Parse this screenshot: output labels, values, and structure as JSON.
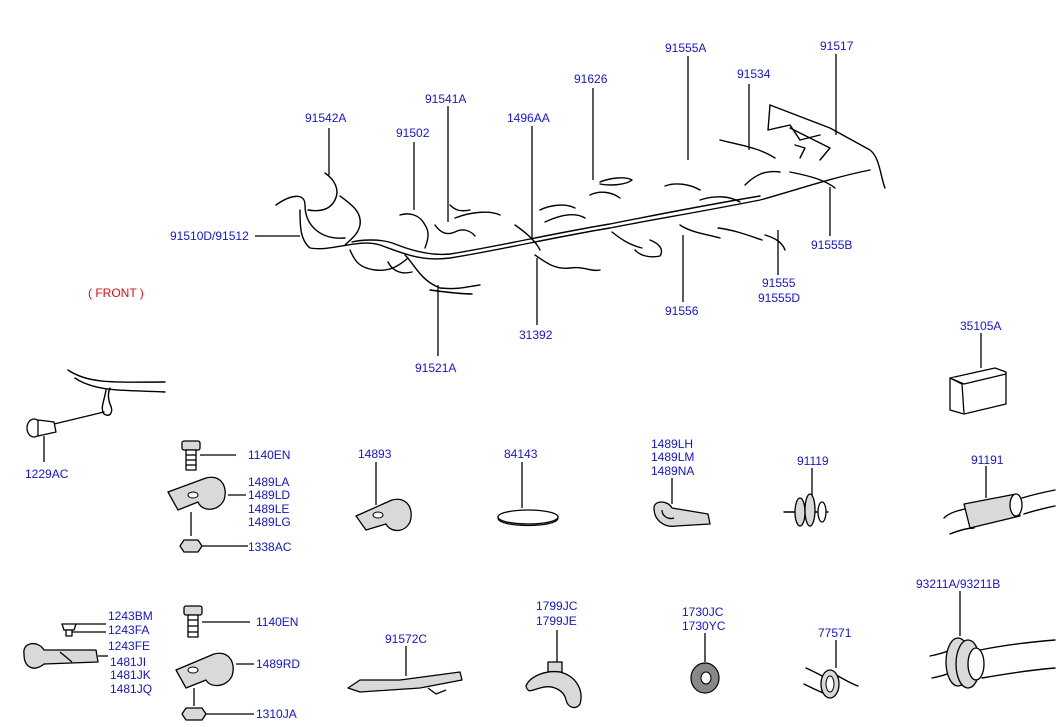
{
  "labels": {
    "front": "( FRONT )",
    "l_91542A": "91542A",
    "l_91541A": "91541A",
    "l_91502": "91502",
    "l_1496AA": "1496AA",
    "l_91626": "91626",
    "l_91555A": "91555A",
    "l_91534": "91534",
    "l_91517": "91517",
    "l_91510D": "91510D/91512",
    "l_91555B": "91555B",
    "l_91555": "91555",
    "l_91555D": "91555D",
    "l_91556": "91556",
    "l_31392": "31392",
    "l_91521A": "91521A",
    "l_35105A": "35105A",
    "l_1229AC": "1229AC",
    "l_1140EN_a": "1140EN",
    "l_1489LA": "1489LA",
    "l_1489LD": "1489LD",
    "l_1489LE": "1489LE",
    "l_1489LG": "1489LG",
    "l_1338AC": "1338AC",
    "l_14893": "14893",
    "l_84143": "84143",
    "l_1489LH": "1489LH",
    "l_1489LM": "1489LM",
    "l_1489NA": "1489NA",
    "l_91119": "91119",
    "l_91191": "91191",
    "l_1243BM": "1243BM",
    "l_1243FA": "1243FA",
    "l_1243FE": "1243FE",
    "l_1481JI": "1481JI",
    "l_1481JK": "1481JK",
    "l_1481JQ": "1481JQ",
    "l_1140EN_b": "1140EN",
    "l_1489RD": "1489RD",
    "l_1310JA": "1310JA",
    "l_91572C": "91572C",
    "l_1799JC": "1799JC",
    "l_1799JE": "1799JE",
    "l_1730JC": "1730JC",
    "l_1730YC": "1730YC",
    "l_77571": "77571",
    "l_93211A": "93211A/93211B"
  },
  "colors": {
    "label": "#1515cc",
    "front_label": "#e01010",
    "line": "#000000"
  }
}
